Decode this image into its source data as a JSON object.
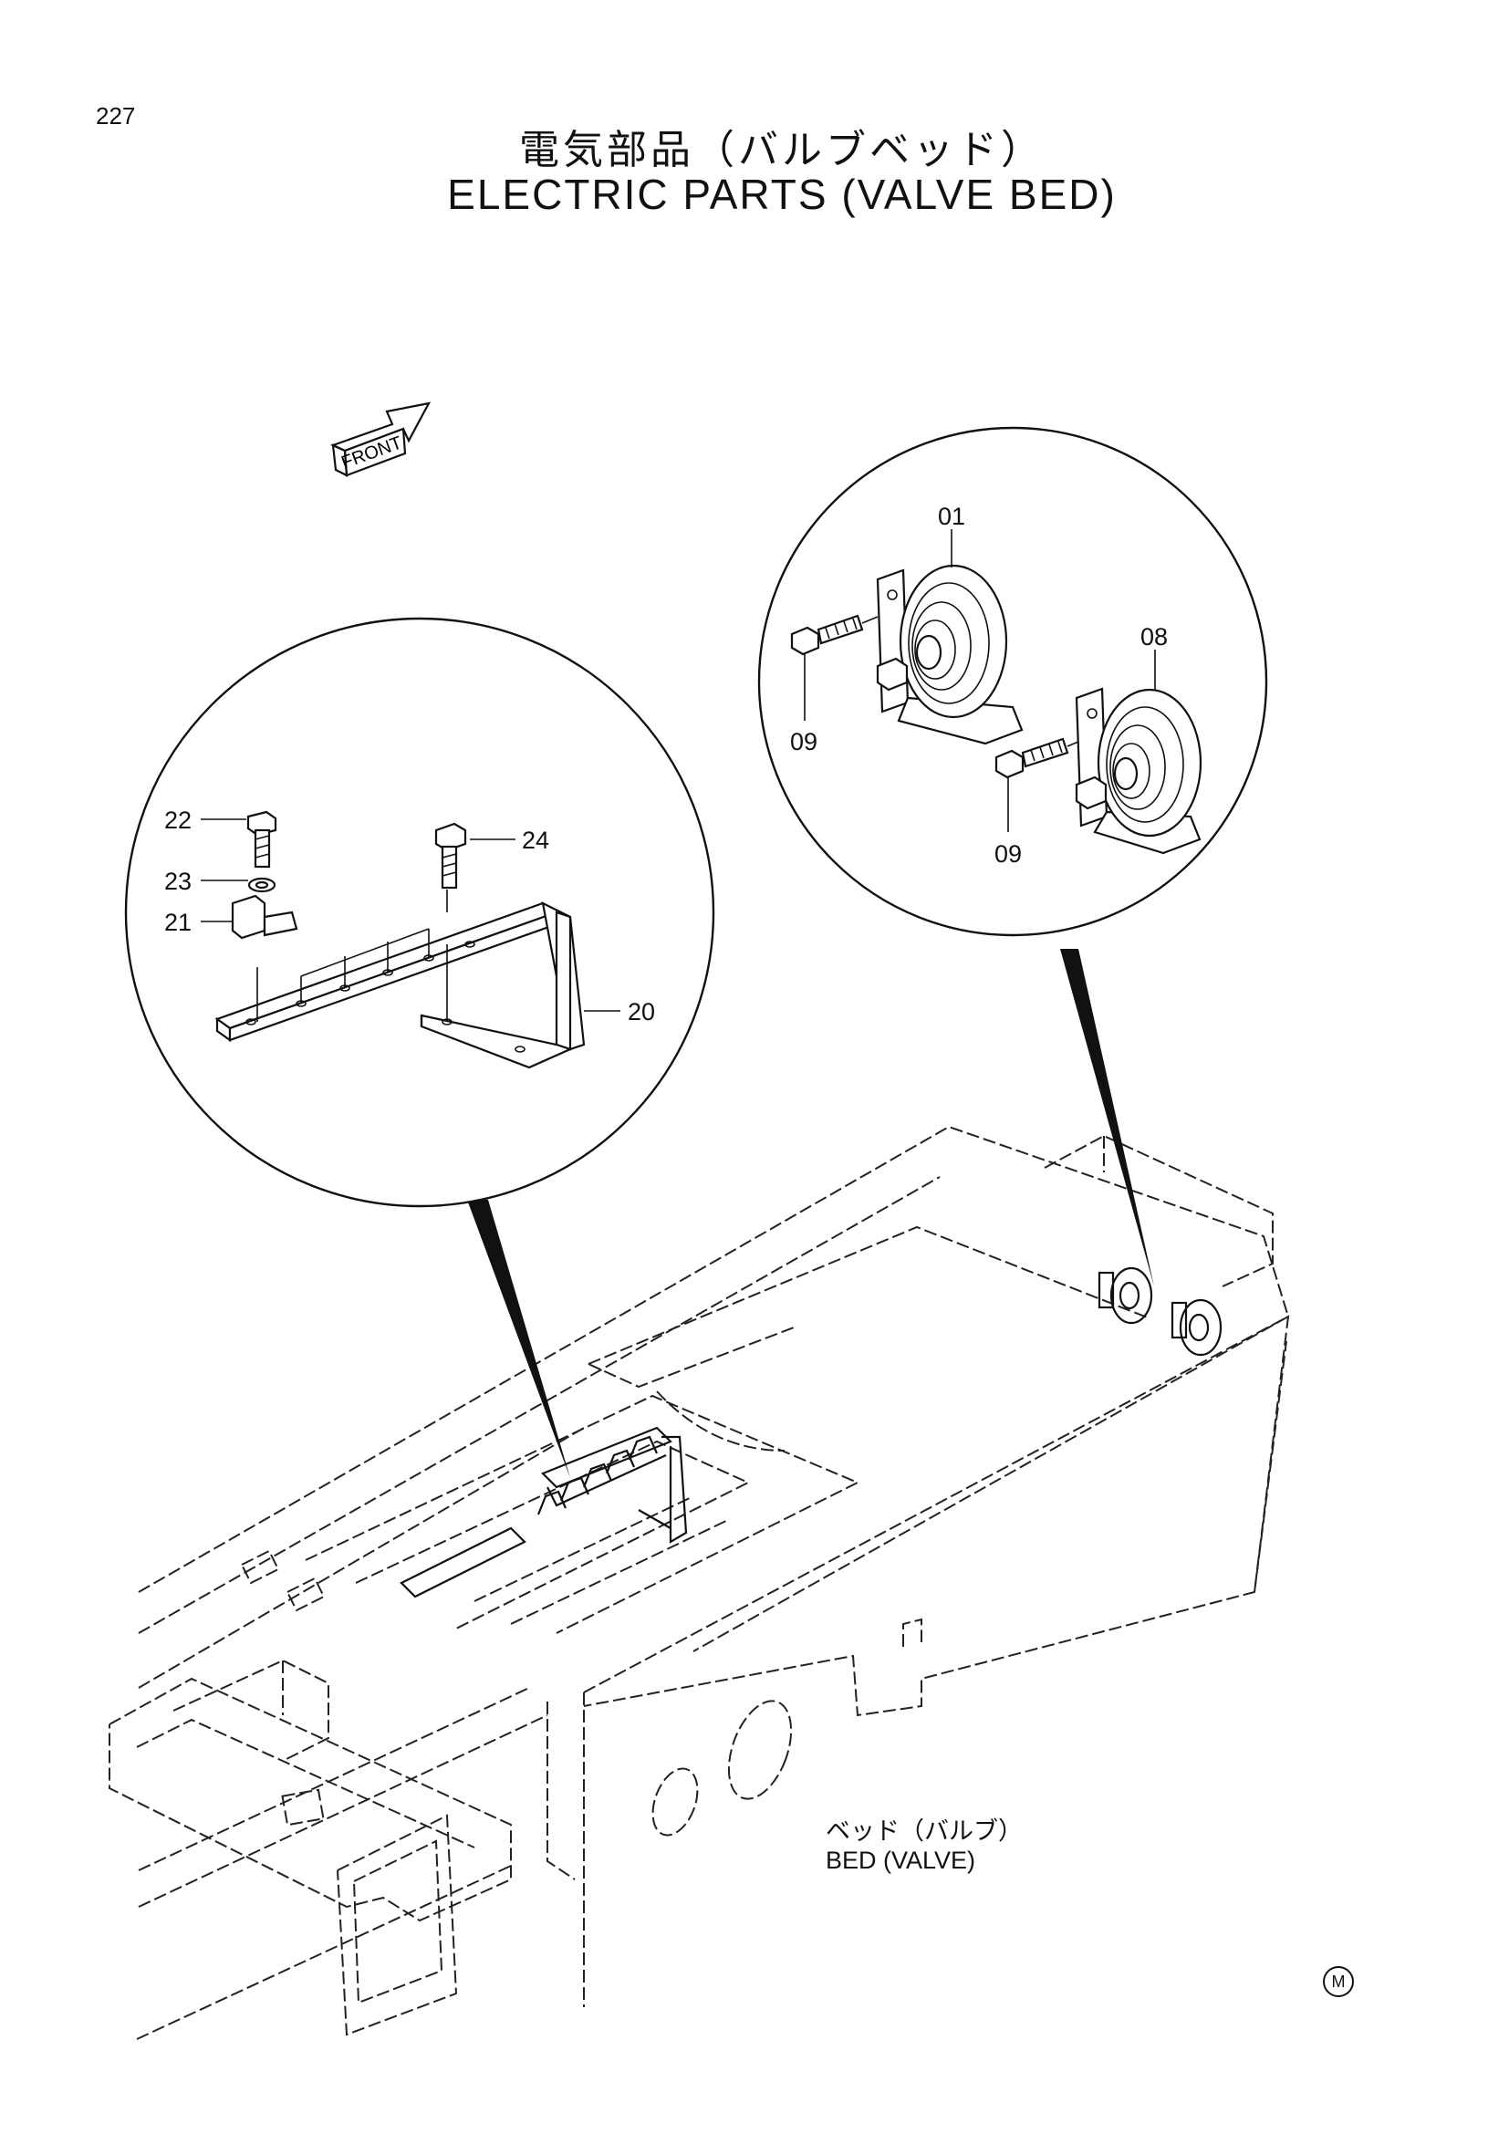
{
  "page": {
    "number": "227"
  },
  "title": {
    "japanese": "電気部品（バルブベッド）",
    "english": "ELECTRIC PARTS (VALVE BED)"
  },
  "front_arrow": {
    "label": "FRONT"
  },
  "detail_left": {
    "callouts": [
      {
        "id": "22",
        "label": "22"
      },
      {
        "id": "23",
        "label": "23"
      },
      {
        "id": "21",
        "label": "21"
      },
      {
        "id": "24",
        "label": "24"
      },
      {
        "id": "20",
        "label": "20"
      }
    ]
  },
  "detail_right": {
    "callouts": [
      {
        "id": "01",
        "label": "01"
      },
      {
        "id": "08",
        "label": "08"
      },
      {
        "id": "09a",
        "label": "09"
      },
      {
        "id": "09b",
        "label": "09"
      }
    ]
  },
  "bed_label": {
    "japanese": "ベッド（バルブ）",
    "english": "BED (VALVE)"
  },
  "corner_mark": "M"
}
